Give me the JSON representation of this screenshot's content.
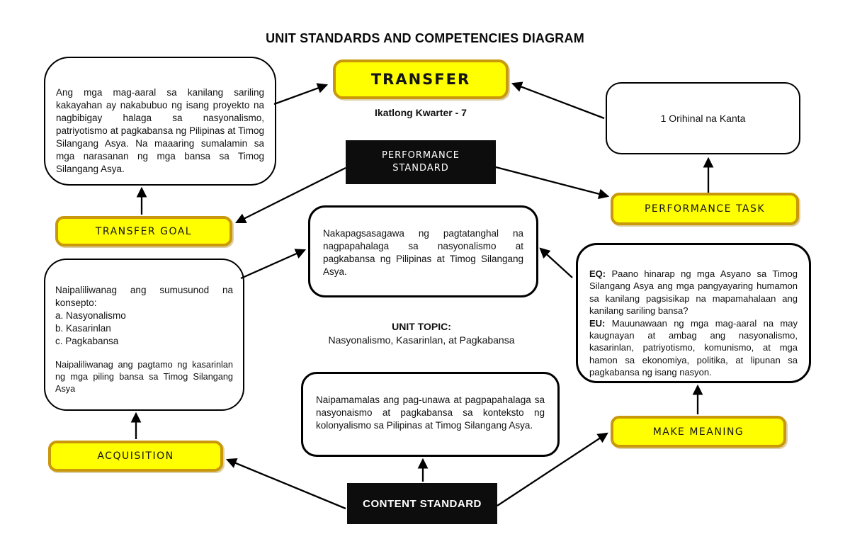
{
  "title": "UNIT STANDARDS AND COMPETENCIES DIAGRAM",
  "colors": {
    "yellow_fill": "#FFFF00",
    "yellow_border": "#C9980B",
    "black_box": "#0D0D0D",
    "background": "#FFFFFF"
  },
  "nodes": {
    "transfer": {
      "label": "TRANSFER",
      "subtitle": "Ikatlong Kwarter - 7"
    },
    "transfer_goal": {
      "label": "TRANSFER GOAL"
    },
    "performance_standard": {
      "label": "PERFORMANCE\nSTANDARD"
    },
    "performance_task": {
      "label": "PERFORMANCE TASK"
    },
    "acquisition": {
      "label": "ACQUISITION"
    },
    "make_meaning": {
      "label": "MAKE MEANING"
    },
    "content_standard": {
      "label": "CONTENT STANDARD"
    },
    "transfer_goal_note": {
      "text": "Ang mga mag-aaral sa kanilang sariling kakayahan ay nakabubuo ng isang proyekto na nagbibigay halaga sa nasyonalismo, patriyotismo at pagkabansa ng Pilipinas at Timog Silangang Asya. Na maaaring sumalamin sa mga narasanan ng mga bansa sa Timog Silangang Asya."
    },
    "performance_output": {
      "text": "1 Orihinal na Kanta"
    },
    "performance_standard_note": {
      "text": "Nakapagsasagawa ng pagtatanghal na nagpapahalaga sa nasyonalismo at pagkabansa ng Pilipinas at Timog Silangang Asya."
    },
    "unit_topic": {
      "heading": "UNIT TOPIC:",
      "text": "Nasyonalismo, Kasarinlan, at Pagkabansa"
    },
    "acquisition_note": {
      "intro": "Naipaliliwanag ang sumusunod na konsepto:",
      "items": [
        "a. Nasyonalismo",
        "b. Kasarinlan",
        "c. Pagkabansa"
      ],
      "extra": "Naipaliliwanag ang pagtamo ng kasarinlan ng mga piling bansa sa Timog Silangang Asya"
    },
    "make_meaning_note": {
      "eq_label": "EQ:",
      "eq_text": " Paano hinarap ng mga Asyano sa Timog Silangang Asya ang mga pangyayaring humamon sa kanilang pagsisikap na mapamahalaan ang kanilang sariling bansa?",
      "eu_label": "EU:",
      "eu_text": " Mauunawaan ng mga mag-aaral na may kaugnayan at ambag ang nasyonalismo, kasarinlan, patriyotismo, komunismo, at mga hamon sa ekonomiya, politika, at lipunan sa pagkabansa ng isang nasyon."
    },
    "content_standard_note": {
      "text": "Naipamamalas ang pag-unawa at pagpapahalaga sa nasyonaismo at pagkabansa sa konteksto ng kolonyalismo sa Pilipinas at Timog Silangang Asya."
    }
  }
}
